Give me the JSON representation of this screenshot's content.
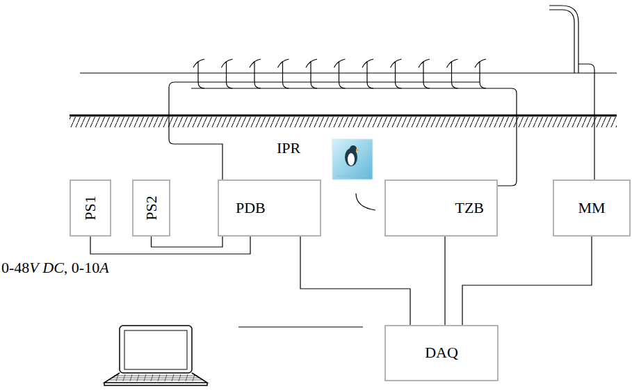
{
  "diagram": {
    "nodes": [
      {
        "text": [
          "PS1"
        ]
      },
      {
        "text": [
          "PS2"
        ]
      },
      {
        "text": [
          "PDB"
        ]
      },
      {
        "text": [
          "TZB"
        ]
      },
      {
        "text": [
          "MM"
        ]
      },
      {
        "text": [
          "DAQ"
        ]
      }
    ],
    "edges": [
      {
        "from": 0,
        "to": 2,
        "arrow": "none"
      },
      {
        "from": 1,
        "to": 2,
        "arrow": "none"
      },
      {
        "from": 2,
        "to": 5,
        "arrow": "none"
      },
      {
        "from": 3,
        "to": 5,
        "arrow": "none"
      },
      {
        "from": 4,
        "to": 5,
        "arrow": "none"
      }
    ],
    "labels": [
      "IPR",
      "0-48V DC, 0-10A"
    ]
  }
}
